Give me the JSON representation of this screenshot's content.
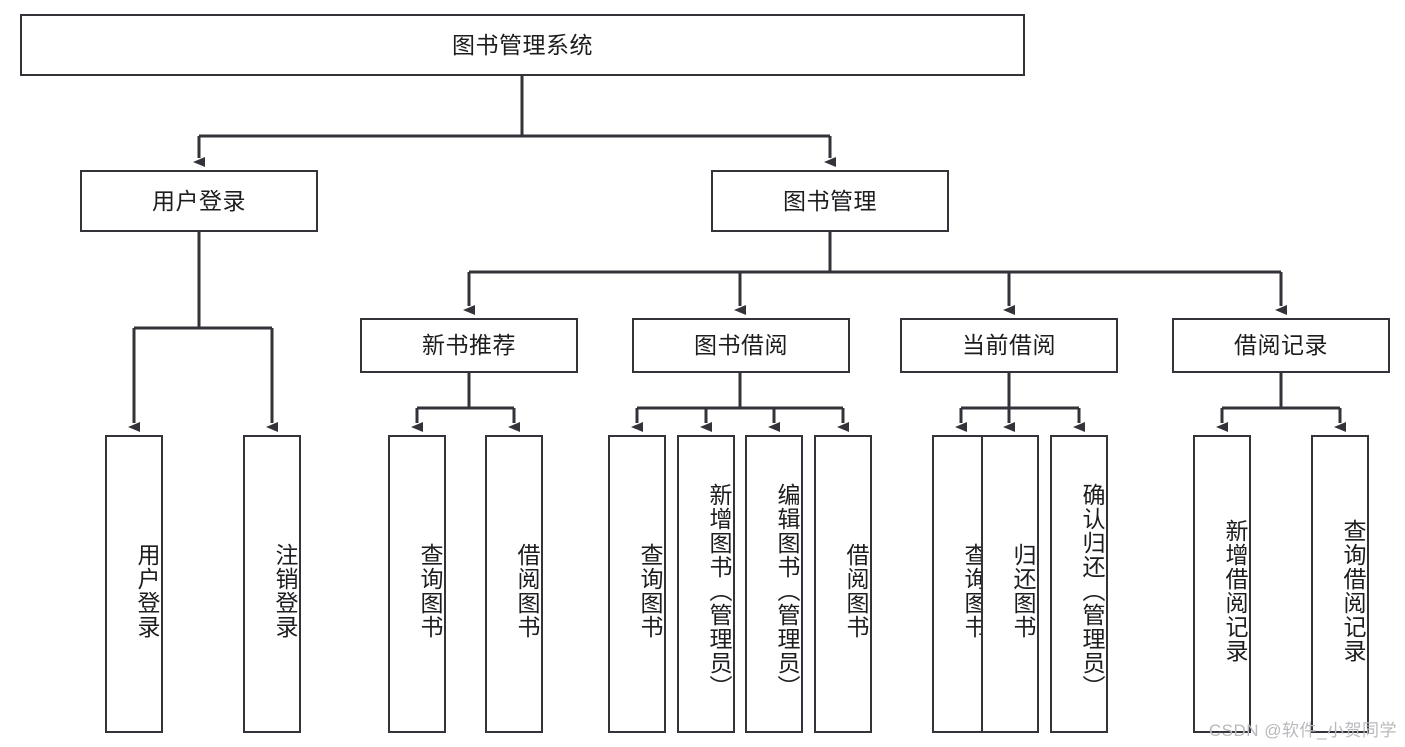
{
  "diagram": {
    "type": "tree-flowchart",
    "title": "图书管理系统",
    "watermark": "CSDN @软件_小贺同学",
    "colors": {
      "box_border": "#33333a",
      "box_fill": "#ffffff",
      "connector": "#33333a",
      "text": "#1d1d20",
      "watermark": "#b9b9bd"
    },
    "nodes": {
      "root": "图书管理系统",
      "level2": [
        "用户登录",
        "图书管理"
      ],
      "level3": [
        "新书推荐",
        "图书借阅",
        "当前借阅",
        "借阅记录"
      ],
      "leaves_user_login": [
        "用户登录",
        "注销登录"
      ],
      "leaves_new_book": [
        "查询图书",
        "借阅图书"
      ],
      "leaves_borrow": [
        "查询图书",
        "新增图书（管理员）",
        "编辑图书（管理员）",
        "借阅图书"
      ],
      "leaves_current": [
        "查询图书",
        "归还图书",
        "确认归还（管理员）"
      ],
      "leaves_record": [
        "新增借阅记录",
        "查询借阅记录"
      ]
    }
  }
}
